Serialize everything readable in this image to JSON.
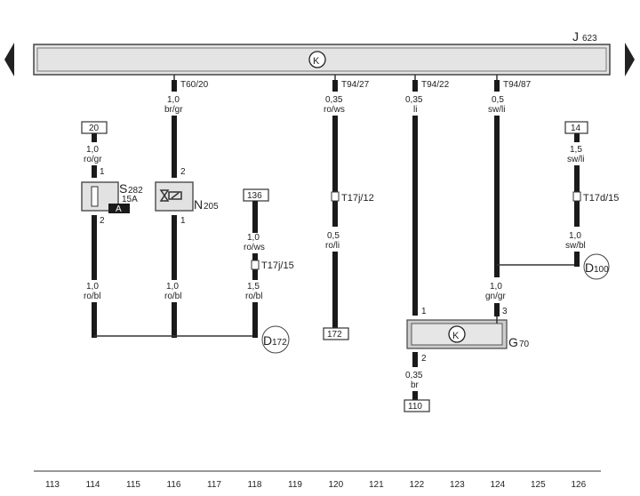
{
  "diagram": {
    "control_unit": {
      "label": "J",
      "sub": "623",
      "symbol": "K"
    },
    "columns": [
      "113",
      "114",
      "115",
      "116",
      "117",
      "118",
      "119",
      "120",
      "121",
      "122",
      "123",
      "124",
      "125",
      "126"
    ],
    "col114": {
      "ref_top": "20",
      "w1_size": "1,0",
      "w1_color": "ro/gr",
      "pin_in": "1",
      "fuse_label": "S",
      "fuse_sub": "282",
      "fuse_rating": "15A",
      "fuse_tag": "A",
      "pin_out": "2",
      "w2_size": "1,0",
      "w2_color": "ro/bl"
    },
    "col116": {
      "conn": "T60/20",
      "w1_size": "1,0",
      "w1_color": "br/gr",
      "pin_in": "2",
      "comp_label": "N",
      "comp_sub": "205",
      "pin_out": "1",
      "w2_size": "1,0",
      "w2_color": "ro/bl"
    },
    "col118": {
      "ref_top": "136",
      "w1_size": "1,0",
      "w1_color": "ro/ws",
      "conn": "T17j/15",
      "w2_size": "1,5",
      "w2_color": "ro/bl",
      "ground": "D",
      "ground_sub": "172"
    },
    "col120": {
      "conn": "T94/27",
      "w1_size": "0,35",
      "w1_color": "ro/ws",
      "conn2": "T17j/12",
      "w2_size": "0,5",
      "w2_color": "ro/li",
      "ref_bottom": "172"
    },
    "col122": {
      "conn": "T94/22",
      "w1_size": "0,35",
      "w1_color": "li",
      "pin_in": "1",
      "pin_out": "2",
      "w2_size": "0,35",
      "w2_color": "br",
      "ref_bottom": "110"
    },
    "sensor": {
      "label": "G",
      "sub": "70",
      "symbol": "K"
    },
    "col124": {
      "conn": "T94/87",
      "w1_size": "0,5",
      "w1_color": "sw/li",
      "w2_size": "1,0",
      "w2_color": "gn/gr",
      "pin": "3"
    },
    "col126": {
      "ref_top": "14",
      "w1_size": "1,5",
      "w1_color": "sw/li",
      "conn": "T17d/15",
      "w2_size": "1,0",
      "w2_color": "sw/bl",
      "ground": "D",
      "ground_sub": "100"
    }
  }
}
